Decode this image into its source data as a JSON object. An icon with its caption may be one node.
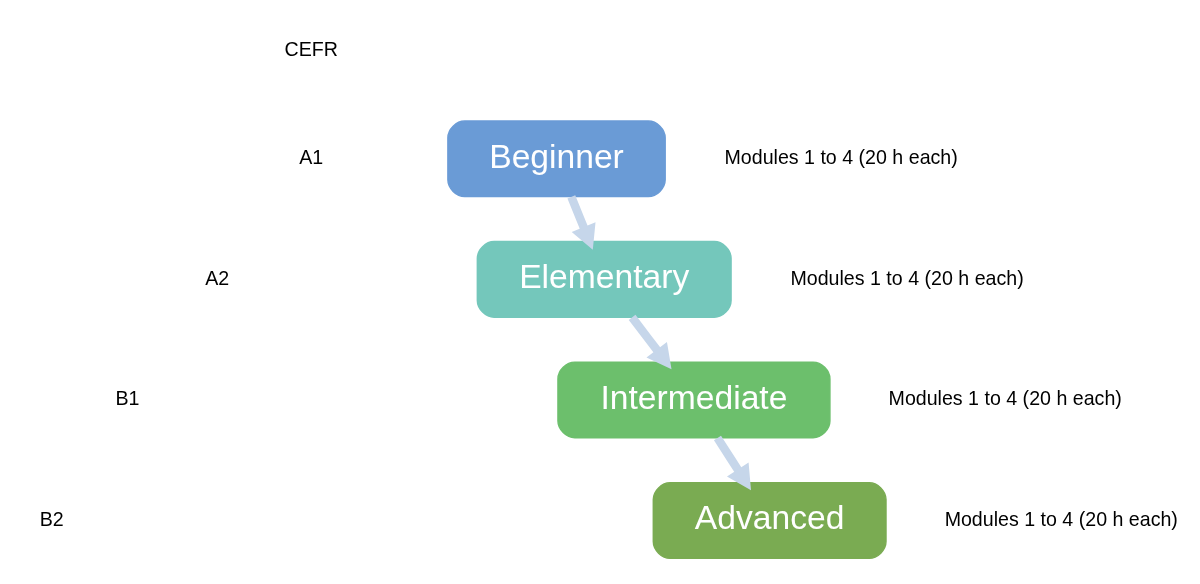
{
  "diagram": {
    "nodes": [
      {
        "text": [
          "Beginner"
        ],
        "beside": [
          "Modules 1 to 4 (20 h each)"
        ]
      },
      {
        "text": [
          "Elementary"
        ],
        "beside": [
          "Modules 1 to 4 (20 h each)"
        ]
      },
      {
        "text": [
          "Intermediate"
        ],
        "beside": [
          "Modules 1 to 4 (20 h each)"
        ]
      },
      {
        "text": [
          "Advanced"
        ],
        "beside": [
          "Modules 1 to 4 (20 h each)"
        ]
      }
    ],
    "edges": [
      {
        "from": 0,
        "to": 1,
        "arrow": "to"
      },
      {
        "from": 1,
        "to": 2,
        "arrow": "to"
      },
      {
        "from": 2,
        "to": 3,
        "arrow": "to"
      }
    ],
    "labels": [
      "CEFR",
      "A1",
      "A2",
      "B1",
      "B2"
    ]
  }
}
